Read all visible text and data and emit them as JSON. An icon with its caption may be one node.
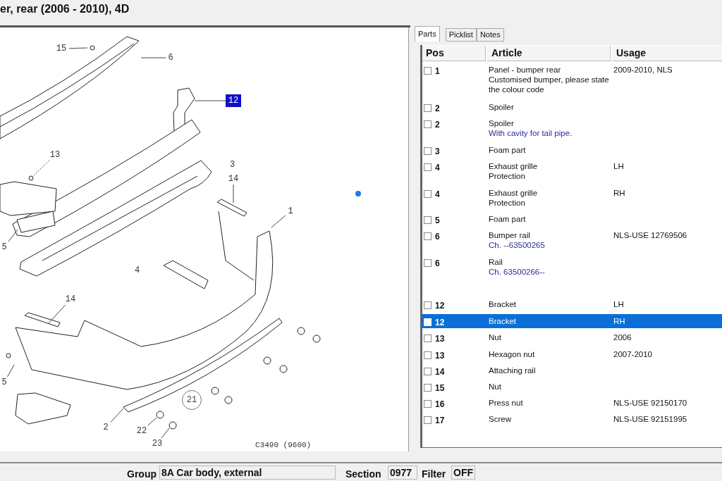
{
  "diagram": {
    "title": "er, rear (2006 - 2010), 4D",
    "nodes": [
      {
        "text": [
          "15"
        ]
      },
      {
        "text": [
          "6"
        ]
      },
      {
        "text": [
          "12"
        ]
      },
      {
        "text": [
          "13"
        ]
      },
      {
        "text": [
          "14"
        ]
      },
      {
        "text": [
          "1"
        ]
      },
      {
        "text": [
          "5"
        ]
      },
      {
        "text": [
          "14"
        ]
      },
      {
        "text": [
          "5"
        ]
      },
      {
        "text": [
          "2"
        ]
      },
      {
        "text": [
          "21"
        ]
      },
      {
        "text": [
          "22"
        ]
      },
      {
        "text": [
          "23"
        ]
      }
    ],
    "edges": [
      {
        "from": 0,
        "to": null,
        "arrow": "none"
      },
      {
        "from": 1,
        "to": null,
        "arrow": "none"
      },
      {
        "from": 2,
        "to": null,
        "arrow": "none"
      },
      {
        "from": 3,
        "to": null,
        "arrow": "none",
        "style": "dashed"
      },
      {
        "from": 4,
        "to": null,
        "arrow": "none"
      },
      {
        "from": 5,
        "to": null,
        "arrow": "none"
      },
      {
        "from": 6,
        "to": null,
        "arrow": "none"
      },
      {
        "from": 7,
        "to": null,
        "arrow": "none"
      },
      {
        "from": 8,
        "to": null,
        "arrow": "none"
      },
      {
        "from": 9,
        "to": null,
        "arrow": "none"
      },
      {
        "from": 11,
        "to": null,
        "arrow": "none"
      },
      {
        "from": 12,
        "to": null,
        "arrow": "none"
      }
    ],
    "labels": [
      "3",
      "4",
      "C3490 (9600)",
      "Parts",
      "Picklist",
      "Notes",
      "Pos",
      "Article",
      "Usage",
      "1",
      "Panel - bumper rear",
      "Customised bumper, please state the colour code",
      "2009-2010, NLS",
      "2",
      "Spoiler",
      "2",
      "Spoiler",
      "With cavity for tail pipe.",
      "3",
      "Foam part",
      "4",
      "Exhaust grille",
      "Protection",
      "LH",
      "4",
      "Exhaust grille",
      "Protection",
      "RH",
      "5",
      "Foam part",
      "6",
      "Bumper rail",
      "Ch. --63500265",
      "NLS-USE 12769506",
      "6",
      "Rail",
      "Ch. 63500266--",
      "12",
      "Bracket",
      "LH",
      "12",
      "Bracket",
      "RH",
      "13",
      "Nut",
      "2006",
      "13",
      "Hexagon nut",
      "2007-2010",
      "14",
      "Attaching rail",
      "15",
      "Nut",
      "16",
      "Press nut",
      "NLS-USE 92150170",
      "17",
      "Screw",
      "NLS-USE 92151995",
      "Group",
      "8A Car body, external",
      "Section",
      "0977",
      "Filter",
      "OFF"
    ]
  }
}
